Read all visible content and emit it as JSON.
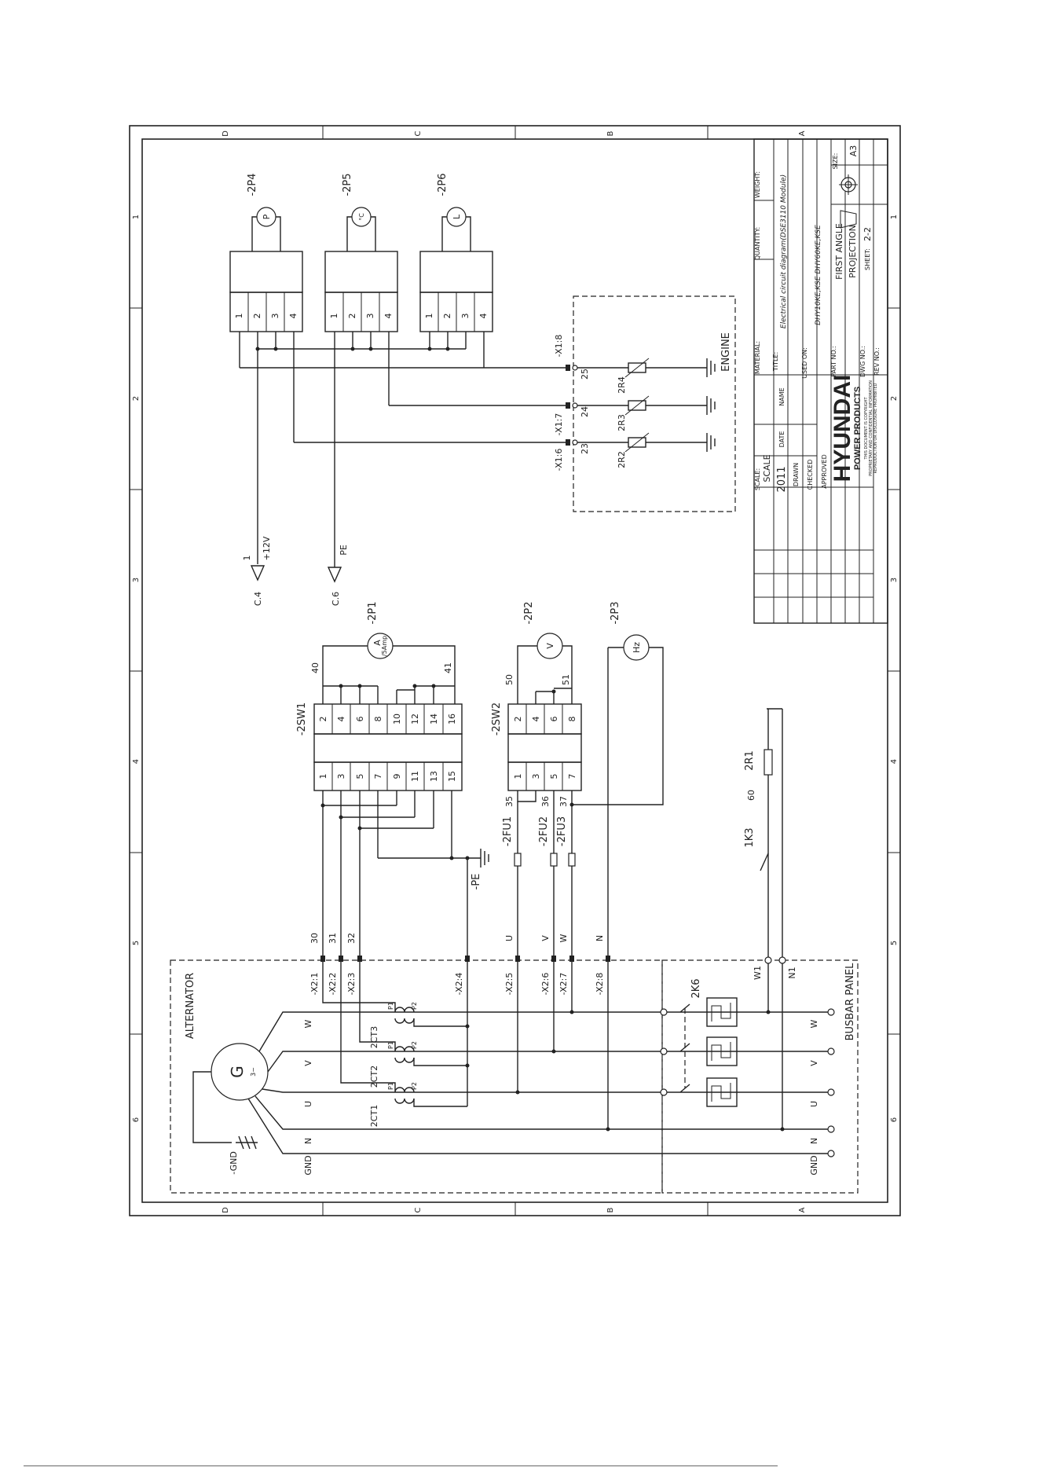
{
  "grid": {
    "letters": [
      "D",
      "C",
      "B",
      "A"
    ],
    "numbers": [
      "1",
      "2",
      "3",
      "4",
      "5",
      "6"
    ]
  },
  "sensors": [
    {
      "ref": "-2P4",
      "symbol": "P",
      "pins": [
        "1",
        "2",
        "3",
        "4"
      ]
    },
    {
      "ref": "-2P5",
      "symbol": "°C",
      "pins": [
        "1",
        "2",
        "3",
        "4"
      ]
    },
    {
      "ref": "-2P6",
      "symbol": "L",
      "pins": [
        "1",
        "2",
        "3",
        "4"
      ]
    }
  ],
  "engine": {
    "label": "ENGINE",
    "terminals": [
      {
        "ref": "-X1:6",
        "wire": "23",
        "resistor": "2R2"
      },
      {
        "ref": "-X1:7",
        "wire": "24",
        "resistor": "2R3"
      },
      {
        "ref": "-X1:8",
        "wire": "25",
        "resistor": "2R4"
      }
    ]
  },
  "connectors": [
    {
      "ref": "C.4",
      "pin": "1",
      "label": "+12V"
    },
    {
      "ref": "C.6",
      "pin": "",
      "label": "PE"
    }
  ],
  "meters": [
    {
      "ref": "-2P1",
      "symbol": "A",
      "sub": "/5Amp"
    },
    {
      "ref": "-2P2",
      "symbol": "V",
      "sub": ""
    },
    {
      "ref": "-2P3",
      "symbol": "Hz",
      "sub": ""
    }
  ],
  "switch1": {
    "ref": "-2SW1",
    "odd": [
      "1",
      "3",
      "5",
      "7",
      "9",
      "11",
      "13",
      "15"
    ],
    "even": [
      "2",
      "4",
      "6",
      "8",
      "10",
      "12",
      "14",
      "16"
    ],
    "wire_top_left": "40",
    "wire_top_right": "41"
  },
  "switch2": {
    "ref": "-2SW2",
    "odd": [
      "1",
      "3",
      "5",
      "7"
    ],
    "even": [
      "2",
      "4",
      "6",
      "8"
    ],
    "wire_top_left": "50",
    "wire_top_right": "51"
  },
  "fuses": [
    {
      "ref": "-2FU1",
      "wire": "35"
    },
    {
      "ref": "-2FU2",
      "wire": "36"
    },
    {
      "ref": "-2FU3",
      "wire": "37"
    }
  ],
  "relay": {
    "contact": "1K3",
    "wire": "60",
    "resistor": "2R1"
  },
  "pe_label": "-PE",
  "x2_terminals": [
    {
      "ref": "-X2:1",
      "wire": "30"
    },
    {
      "ref": "-X2:2",
      "wire": "31"
    },
    {
      "ref": "-X2:3",
      "wire": "32"
    },
    {
      "ref": "-X2:4",
      "wire": ""
    },
    {
      "ref": "-X2:5",
      "wire": "U"
    },
    {
      "ref": "-X2:6",
      "wire": "V"
    },
    {
      "ref": "-X2:7",
      "wire": "W"
    },
    {
      "ref": "-X2:8",
      "wire": "N"
    }
  ],
  "alternator": {
    "label": "ALTERNATOR",
    "generator": "G",
    "phase": "3~",
    "gnd_label": "-GND",
    "lines": [
      "W",
      "V",
      "U",
      "N",
      "GND"
    ],
    "cts": [
      "2CT3",
      "2CT2",
      "2CT1"
    ],
    "ct_p1": "P1",
    "ct_p2": "P2"
  },
  "busbar": {
    "label": "BUSBAR  PANEL",
    "breaker": "2K6",
    "aux": [
      "W1",
      "N1"
    ],
    "lines": [
      "W",
      "V",
      "U",
      "N",
      "GND"
    ]
  },
  "title_block": {
    "scale_label": "SCALE:",
    "scale_value": "SCALE",
    "year": "2011",
    "date": "DATE",
    "name": "NAME",
    "drawn": "DRAWN",
    "checked": "CHECKED",
    "approved": "APPROVED",
    "logo_main": "HYUNDAI",
    "logo_sub": "POWER PRODUCTS",
    "notice1": "THIS DOCUMENT IS COPYRIGHT",
    "notice2": "PROPRIETARY AND CONFIDENTIAL INFORMATION",
    "notice3": "REPRODUCTION OR DISCLOSURE PROHIBITED",
    "material": "MATERIAL:",
    "quantity": "QUANTITY:",
    "weight": "WEIGHT:",
    "title_label": "TITLE:",
    "title_value": "Electrical circuit diagram(DSE3110 Module)",
    "used_on": "USED ON:",
    "used_value": "DHY10KE,KSE  DHY60KE,KSE",
    "part_no": "PART NO.:",
    "dwg_no": "DWG NO.:",
    "rev_no": "REV NO.:",
    "first_angle": "FIRST ANGLE",
    "projection": "PROJECTION",
    "sheet_label": "SHEET:",
    "sheet_value": "2-2",
    "size_label": "SIZE:",
    "size_value": "A3"
  }
}
